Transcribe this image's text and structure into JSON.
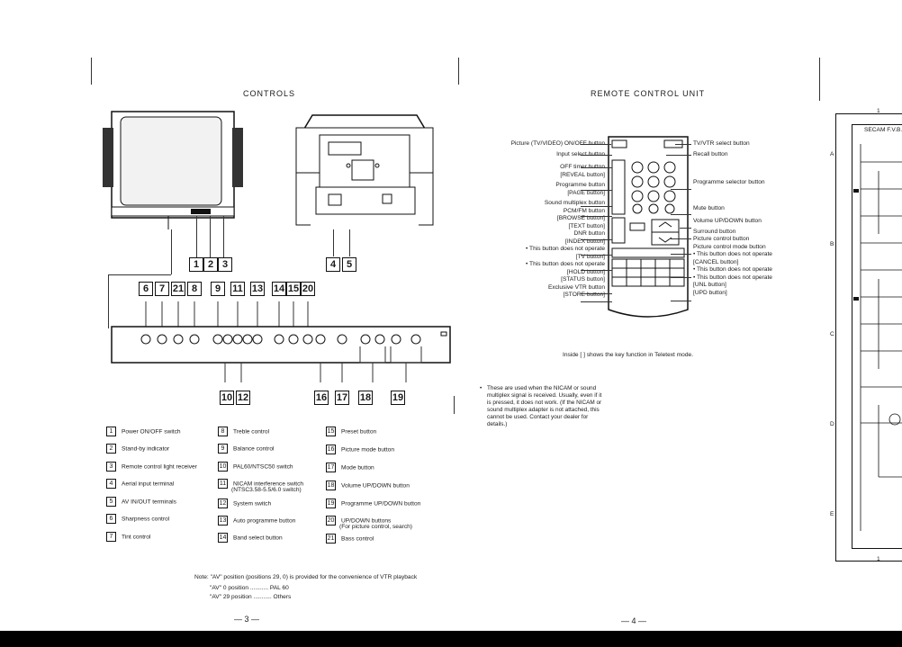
{
  "left_page": {
    "title": "CONTROLS",
    "callouts_top_front": [
      "1",
      "2",
      "3"
    ],
    "callouts_top_back": [
      "4",
      "5"
    ],
    "callouts_mid": [
      "6",
      "7",
      "21",
      "8",
      "9",
      "11",
      "13",
      "14",
      "15",
      "20"
    ],
    "callouts_bottom": [
      "10",
      "12",
      "16",
      "17",
      "18",
      "19"
    ],
    "legend": [
      {
        "n": "1",
        "text": "Power ON/OFF switch"
      },
      {
        "n": "2",
        "text": "Stand-by indicator"
      },
      {
        "n": "3",
        "text": "Remote control light receiver"
      },
      {
        "n": "4",
        "text": "Aerial input terminal"
      },
      {
        "n": "5",
        "text": "AV IN/OUT terminals"
      },
      {
        "n": "6",
        "text": "Sharpness control"
      },
      {
        "n": "7",
        "text": "Tint control"
      },
      {
        "n": "8",
        "text": "Treble control"
      },
      {
        "n": "9",
        "text": "Balance control"
      },
      {
        "n": "10",
        "text": "PAL60/NTSC50 switch"
      },
      {
        "n": "11",
        "text": "NICAM interference switch",
        "sub": "(NTSC3.58-5.5/6.0 switch)"
      },
      {
        "n": "12",
        "text": "System switch"
      },
      {
        "n": "13",
        "text": "Auto programme button"
      },
      {
        "n": "14",
        "text": "Band select button"
      },
      {
        "n": "15",
        "text": "Preset button"
      },
      {
        "n": "16",
        "text": "Picture mode button"
      },
      {
        "n": "17",
        "text": "Mode button"
      },
      {
        "n": "18",
        "text": "Volume UP/DOWN button"
      },
      {
        "n": "19",
        "text": "Programme UP/DOWN button"
      },
      {
        "n": "20",
        "text": "UP/DOWN buttons",
        "sub": "(For picture control, search)"
      },
      {
        "n": "21",
        "text": "Bass control"
      }
    ],
    "note": {
      "line1": "Note:  \"AV\" position (positions 29, 0) is provided for the convenience of VTR playback",
      "line2": "\"AV\"  0 position ........... PAL 60",
      "line3": "\"AV\" 29 position ........... Others"
    },
    "page_number": "— 3 —"
  },
  "right_page": {
    "title": "REMOTE CONTROL UNIT",
    "left_labels": [
      "Picture (TV/VIDEO) ON/OFF button",
      "Input select button",
      "OFF timer button",
      "[REVEAL button]",
      "Programme button",
      "[PAGE button]",
      "Sound multiplex button",
      "PCM/FM button",
      "[BROWSE button]",
      "[TEXT button]",
      "DNR button",
      "[INDEX button]",
      "• This button does not operate",
      "[TV button]",
      "• This button does not operate",
      "[HOLD button]",
      "[STATUS button]",
      "Exclusive VTR button",
      "[STORE button]"
    ],
    "right_labels": [
      "TV/VTR select button",
      "Recall button",
      "Programme selector button",
      "Mute button",
      "Volume UP/DOWN button",
      "Surround button",
      "Picture control button",
      "Picture control mode button",
      "• This button does not operate",
      "[CANCEL button]",
      "• This button does not operate",
      "• This button does not operate",
      "[UNL button]",
      "[UPD button]"
    ],
    "inside_note": "Inside [ ] shows the key function in Teletext mode.",
    "bullet_note": "These are used when the NICAM or sound multiplex signal is received. Usually, even if it is pressed, it does not work. (If the NICAM or sound multiplex adapter is not attached, this cannot be used. Contact your dealer for details.)",
    "page_number": "— 4 —"
  },
  "schematic": {
    "label": "SECAM F.V.B.",
    "row_letters": [
      "A",
      "B",
      "C",
      "D",
      "E"
    ],
    "col_number": "1"
  }
}
